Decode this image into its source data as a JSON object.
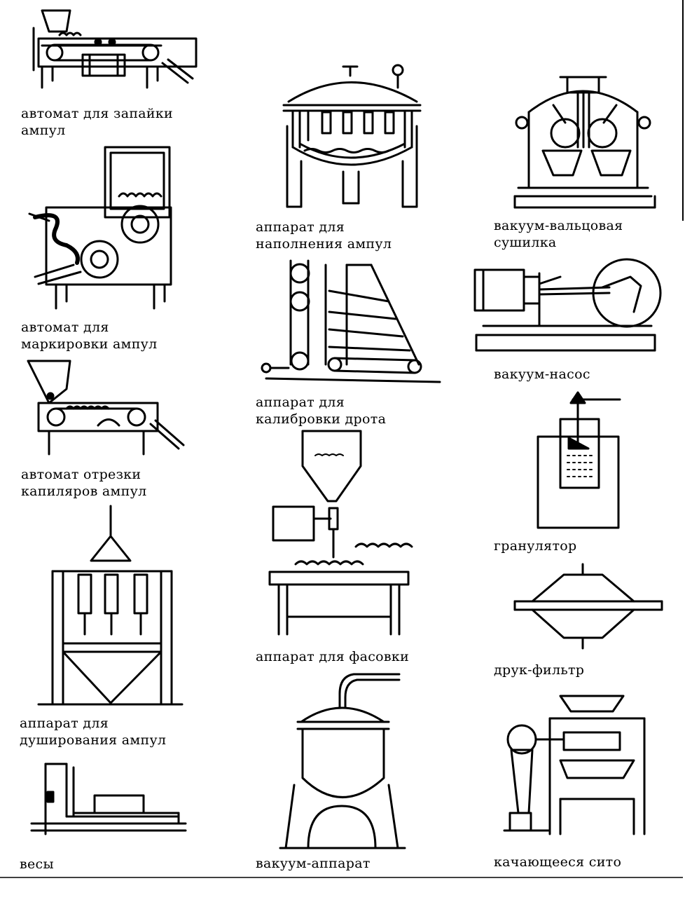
{
  "items": [
    {
      "key": "sealing",
      "lines": [
        "автомат для запайки",
        "ампул"
      ]
    },
    {
      "key": "filling",
      "lines": [
        "аппарат для",
        "наполнения ампул"
      ]
    },
    {
      "key": "drum_dryer",
      "lines": [
        "вакуум-вальцовая",
        "сушилка"
      ]
    },
    {
      "key": "marking",
      "lines": [
        "автомат для",
        "маркировки ампул"
      ]
    },
    {
      "key": "calibration",
      "lines": [
        "аппарат для",
        "калибровки дрота"
      ]
    },
    {
      "key": "vacuum_pump",
      "lines": [
        "вакуум-насос"
      ]
    },
    {
      "key": "capillary_cutting",
      "lines": [
        "автомат отрезки",
        "капиляров ампул"
      ]
    },
    {
      "key": "granulator",
      "lines": [
        "гранулятор"
      ]
    },
    {
      "key": "dosing",
      "lines": [
        "аппарат для фасовки"
      ]
    },
    {
      "key": "showering",
      "lines": [
        "аппарат для",
        "душирования ампул"
      ]
    },
    {
      "key": "filter_press",
      "lines": [
        "друк-фильтр"
      ]
    },
    {
      "key": "scales",
      "lines": [
        "весы"
      ]
    },
    {
      "key": "vacuum_apparatus",
      "lines": [
        "вакуум-аппарат"
      ]
    },
    {
      "key": "rocking_sieve",
      "lines": [
        "качающееся сито"
      ]
    }
  ]
}
